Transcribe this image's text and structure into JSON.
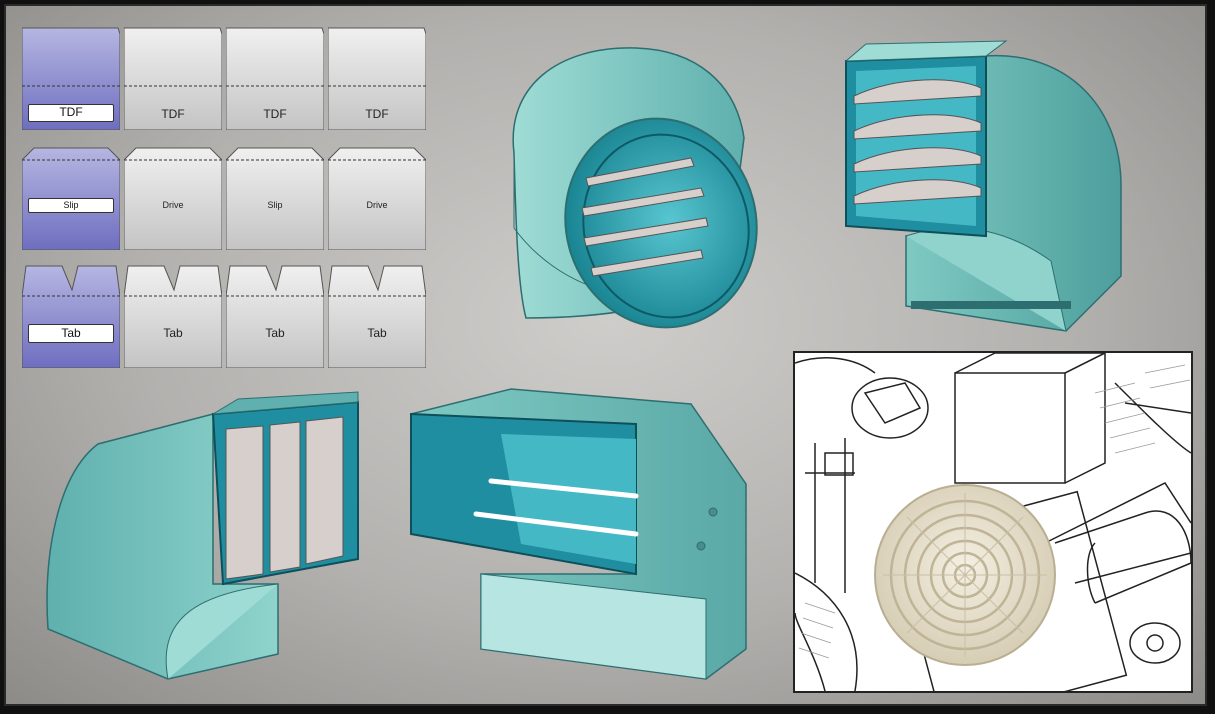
{
  "connector_panels": {
    "rows": [
      {
        "type": "tdf",
        "tiles": [
          "TDF",
          "TDF",
          "TDF",
          "TDF"
        ]
      },
      {
        "type": "slip",
        "tiles": [
          "Slip",
          "Drive",
          "Slip",
          "Drive"
        ]
      },
      {
        "type": "tab",
        "tiles": [
          "Tab",
          "Tab",
          "Tab",
          "Tab"
        ]
      }
    ],
    "selected_index": 0
  },
  "colors": {
    "duct_teal": "#7fc9c2",
    "duct_teal_dark": "#3b8f92",
    "duct_inner": "#1f8ea0",
    "selected_tile": "#7e7ec7",
    "tile_gray": "#d8d8d8"
  },
  "scenes": [
    "round-elbow-with-louvers",
    "rectangular-elbow-with-horizontal-louvers",
    "rectangular-elbow-with-vertical-louvers",
    "rectangular-transition-with-rods",
    "line-drawing-with-round-diffuser-photo"
  ]
}
